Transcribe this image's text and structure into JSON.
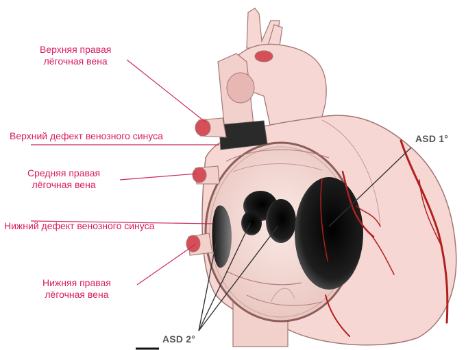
{
  "colors": {
    "label": "#d81b60",
    "leader_pink": "#cc2a5c",
    "leader_dark": "#333333",
    "heart_fill": "#f6d7d3",
    "heart_stroke": "#a27672",
    "vessel": "#b0201f",
    "defect": "#1b1b1b",
    "asd_label": "#555555"
  },
  "labels": {
    "upper_pv": {
      "line1": "Верхняя правая",
      "line2": "лёгочная вена"
    },
    "upper_svd": {
      "line1": "Верхний дефект венозного синуса"
    },
    "middle_pv": {
      "line1": "Средняя правая",
      "line2": "лёгочная вена"
    },
    "lower_svd": {
      "line1": "Нижний дефект венозного синуса"
    },
    "lower_pv": {
      "line1": "Нижняя правая",
      "line2": "лёгочная вена"
    },
    "asd1": "ASD 1°",
    "asd2": "ASD 2°"
  }
}
